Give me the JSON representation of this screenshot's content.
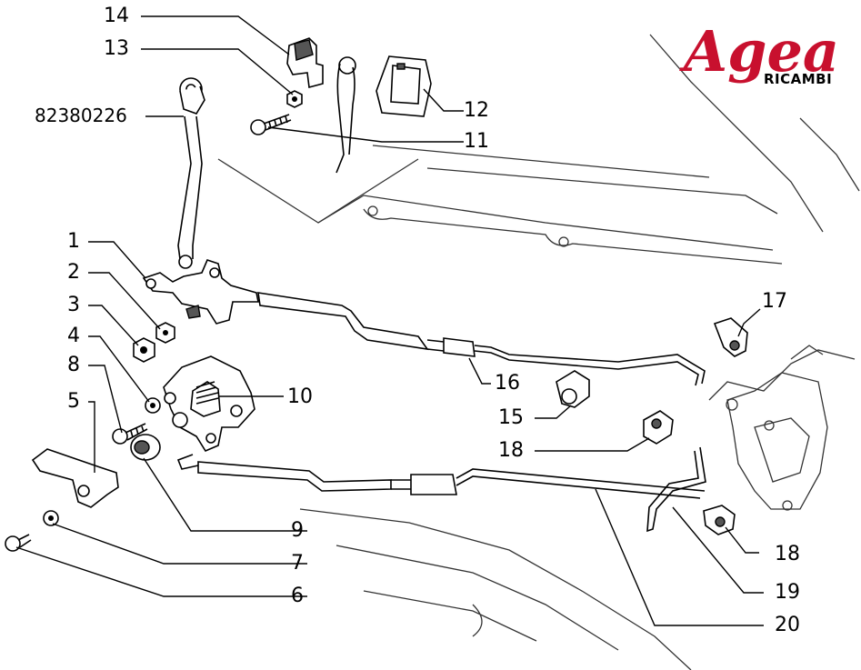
{
  "brand": {
    "name": "Agea",
    "tagline": "RICAMBI",
    "color": "#c8102e"
  },
  "part_number": "82380226",
  "callouts": {
    "c1": "1",
    "c2": "2",
    "c3": "3",
    "c4": "4",
    "c5": "5",
    "c6": "6",
    "c7": "7",
    "c8": "8",
    "c9": "9",
    "c10": "10",
    "c11": "11",
    "c12": "12",
    "c13": "13",
    "c14": "14",
    "c15": "15",
    "c16": "16",
    "c17": "17",
    "c18a": "18",
    "c18b": "18",
    "c19": "19",
    "c20": "20"
  }
}
